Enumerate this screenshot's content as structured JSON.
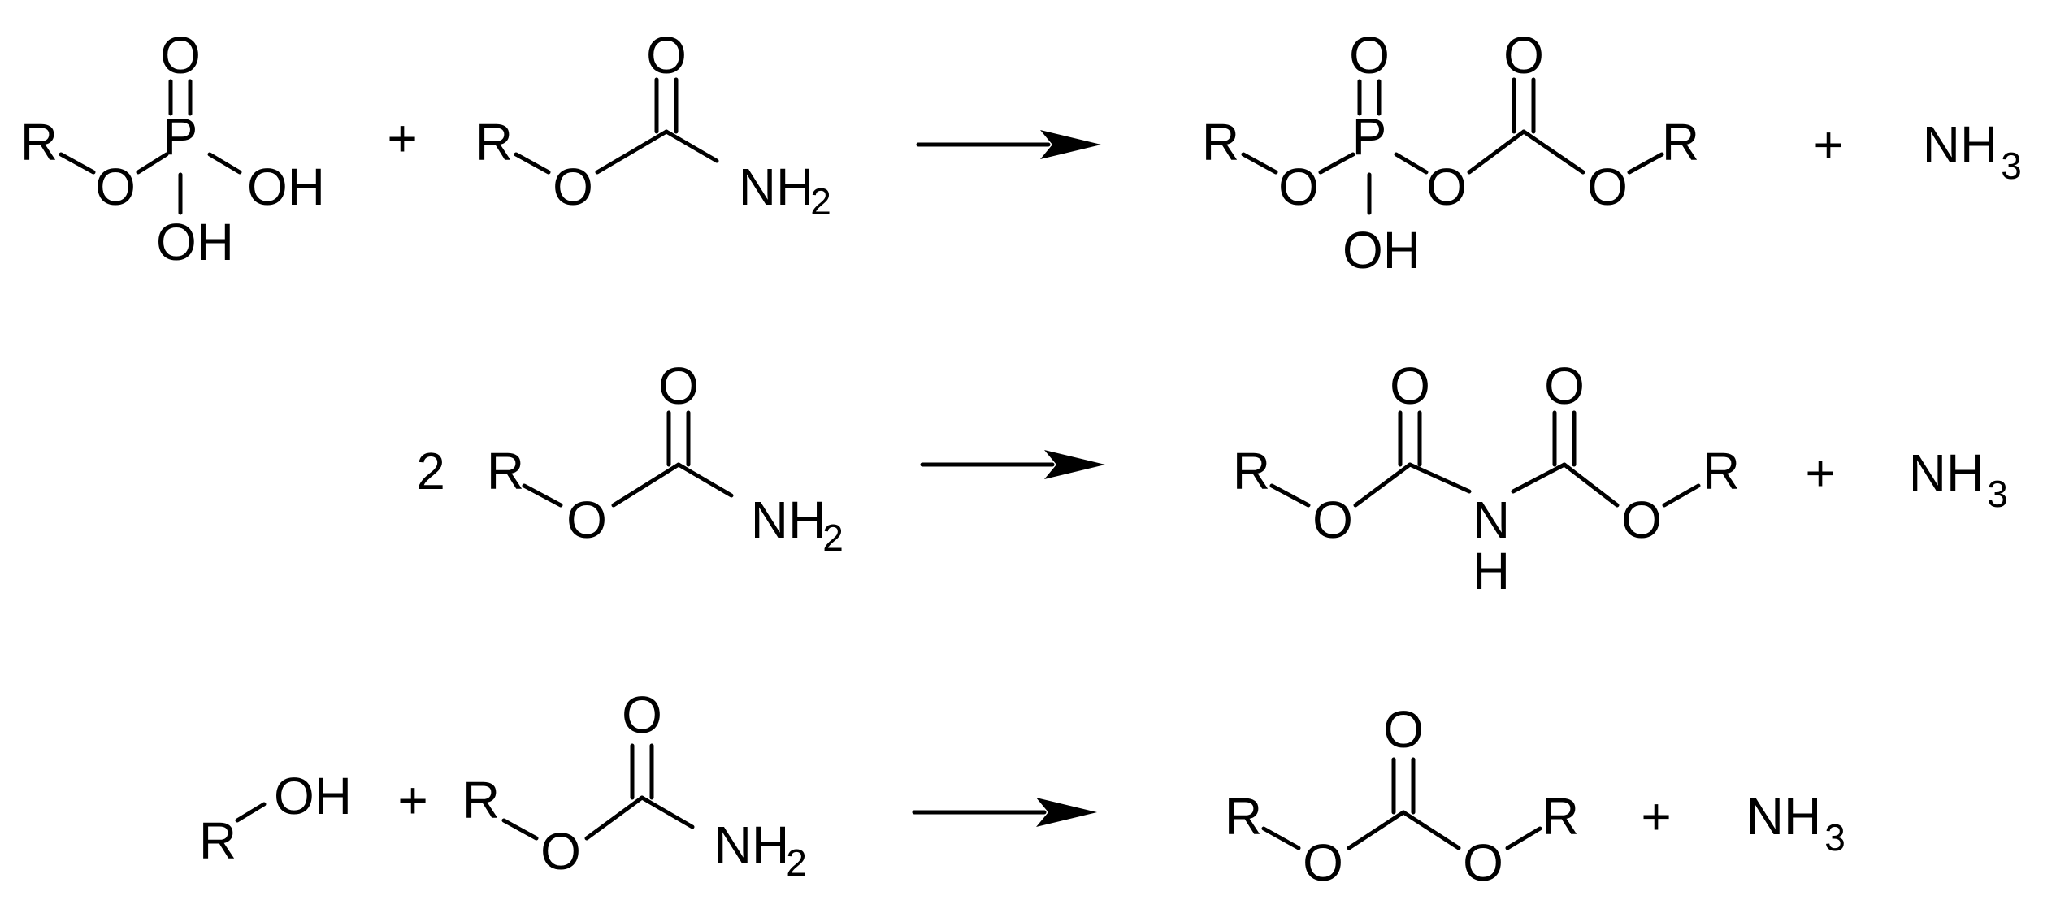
{
  "atoms": {
    "R": "R",
    "O": "O",
    "P": "P",
    "N": "N",
    "H": "H",
    "OH": "OH",
    "NH": "NH",
    "two": "2"
  },
  "subscripts": {
    "two": "2",
    "three": "3"
  },
  "operators": {
    "plus": "+"
  },
  "reactions": [
    {
      "reactants": [
        "alkyl phosphate (R-O-P(=O)(OH)2)",
        "carbamate (R-O-C(=O)-NH2)"
      ],
      "products": [
        "R-O-P(=O)(OH)-O-C(=O)-O-R",
        "NH3"
      ]
    },
    {
      "coefficient": "2",
      "reactants": [
        "carbamate (R-O-C(=O)-NH2)"
      ],
      "products": [
        "R-O-C(=O)-NH-C(=O)-O-R",
        "NH3"
      ]
    },
    {
      "reactants": [
        "R-OH",
        "carbamate (R-O-C(=O)-NH2)"
      ],
      "products": [
        "R-O-C(=O)-O-R",
        "NH3"
      ]
    }
  ]
}
